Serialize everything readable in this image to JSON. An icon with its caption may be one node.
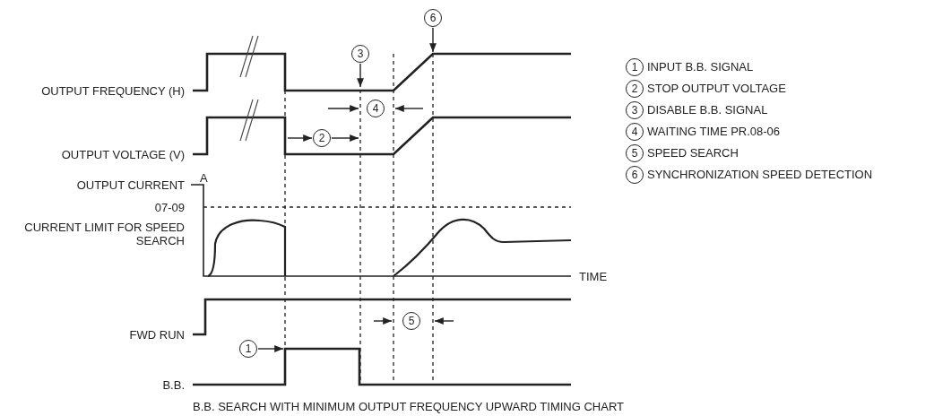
{
  "diagram": {
    "caption": "B.B. SEARCH WITH MINIMUM OUTPUT FREQUENCY UPWARD TIMING CHART",
    "labels": [
      "6",
      "3",
      "OUTPUT FREQUENCY (H)",
      "4",
      "2",
      "OUTPUT VOLTAGE (V)",
      "OUTPUT CURRENT",
      "A",
      "07-09",
      "CURRENT LIMIT FOR SPEED SEARCH",
      "TIME",
      "FWD RUN",
      "5",
      "1",
      "B.B.",
      "1",
      "INPUT B.B. SIGNAL",
      "2",
      "STOP OUTPUT VOLTAGE",
      "3",
      "DISABLE B.B. SIGNAL",
      "4",
      "WAITING TIME PR.08-06",
      "5",
      "SPEED SEARCH",
      "6",
      "SYNCHRONIZATION SPEED DETECTION"
    ]
  }
}
